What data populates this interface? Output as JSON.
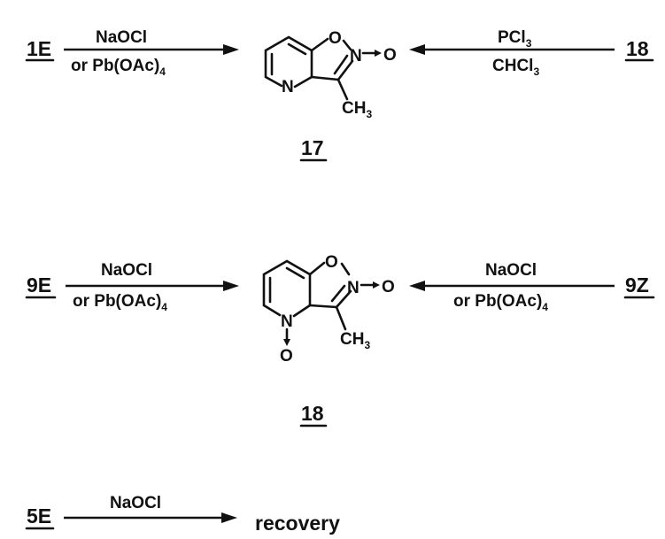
{
  "scheme": {
    "row1": {
      "left_compound": "1E",
      "left_reagent_top": "NaOCl",
      "left_reagent_bottom": "or Pb(OAc)",
      "left_reagent_bottom_sub": "4",
      "right_compound": "18",
      "right_reagent_top": "PCl",
      "right_reagent_top_sub": "3",
      "right_reagent_bottom": "CHCl",
      "right_reagent_bottom_sub": "3",
      "product_label": "17"
    },
    "row2": {
      "left_compound": "9E",
      "left_reagent_top": "NaOCl",
      "left_reagent_bottom": "or Pb(OAc)",
      "left_reagent_bottom_sub": "4",
      "right_compound": "9Z",
      "right_reagent_top": "NaOCl",
      "right_reagent_bottom": "or Pb(OAc)",
      "right_reagent_bottom_sub": "4",
      "product_label": "18"
    },
    "row3": {
      "left_compound": "5E",
      "reagent_top": "NaOCl",
      "result": "recovery"
    }
  },
  "atoms": {
    "oxygen": "O",
    "nitrogen": "N",
    "methyl": "CH",
    "methyl_sub": "3"
  }
}
